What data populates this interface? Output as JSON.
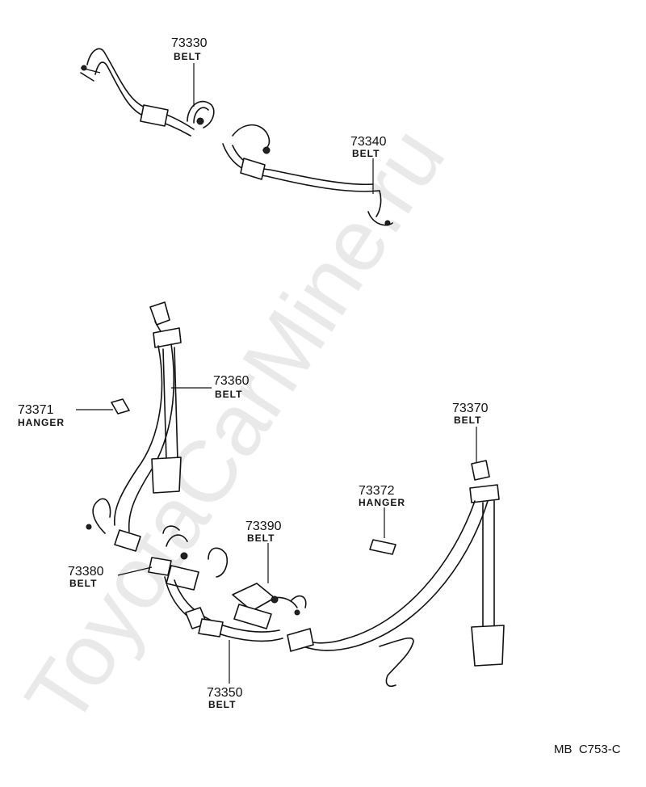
{
  "watermark": "ToyotaCarMine.ru",
  "figure_code": "MB  C753-C",
  "callouts": [
    {
      "id": "c73330",
      "number": "73330",
      "name": "BELT"
    },
    {
      "id": "c73340",
      "number": "73340",
      "name": "BELT"
    },
    {
      "id": "c73360",
      "number": "73360",
      "name": "BELT"
    },
    {
      "id": "c73371",
      "number": "73371",
      "name": "HANGER"
    },
    {
      "id": "c73370",
      "number": "73370",
      "name": "BELT"
    },
    {
      "id": "c73372",
      "number": "73372",
      "name": "HANGER"
    },
    {
      "id": "c73390",
      "number": "73390",
      "name": "BELT"
    },
    {
      "id": "c73380",
      "number": "73380",
      "name": "BELT"
    },
    {
      "id": "c73350",
      "number": "73350",
      "name": "BELT"
    }
  ]
}
